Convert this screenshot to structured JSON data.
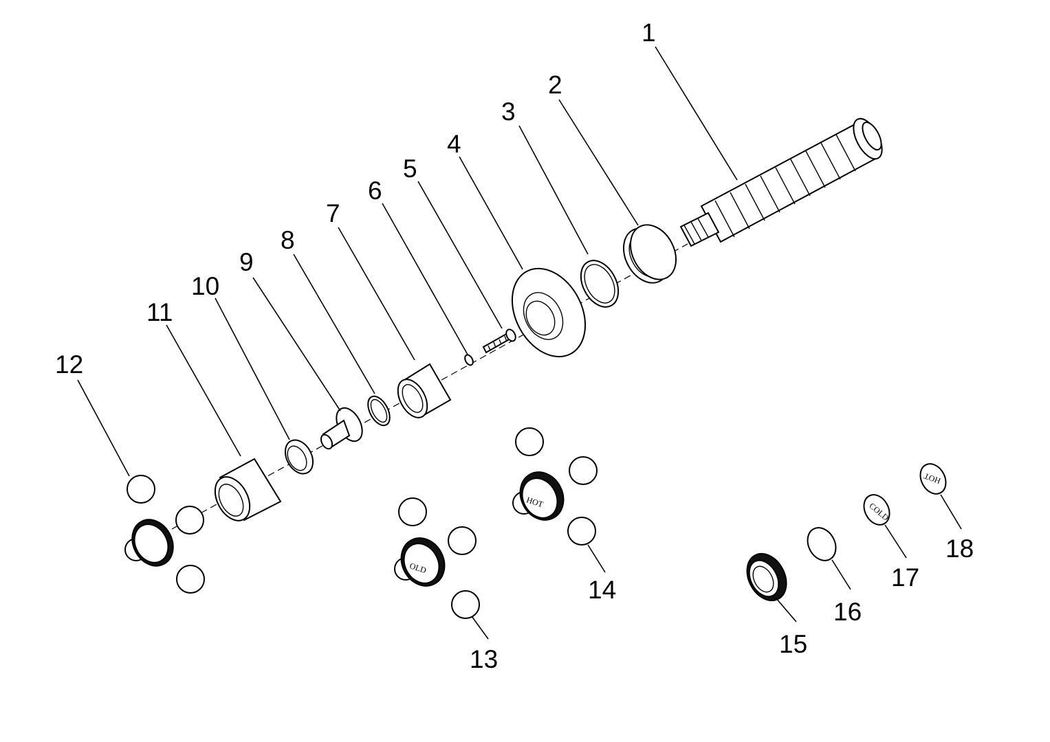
{
  "callouts": [
    {
      "label": "1"
    },
    {
      "label": "2"
    },
    {
      "label": "3"
    },
    {
      "label": "4"
    },
    {
      "label": "5"
    },
    {
      "label": "6"
    },
    {
      "label": "7"
    },
    {
      "label": "8"
    },
    {
      "label": "9"
    },
    {
      "label": "10"
    },
    {
      "label": "11"
    },
    {
      "label": "12"
    },
    {
      "label": "13"
    },
    {
      "label": "14"
    },
    {
      "label": "15"
    },
    {
      "label": "16"
    },
    {
      "label": "17"
    },
    {
      "label": "18"
    }
  ],
  "cap_labels": {
    "cold_on_handle_13": "OLD",
    "hot_on_handle_14": "HOT",
    "cold_cap_17": "COLD",
    "hot_cap_18": "HOT"
  }
}
